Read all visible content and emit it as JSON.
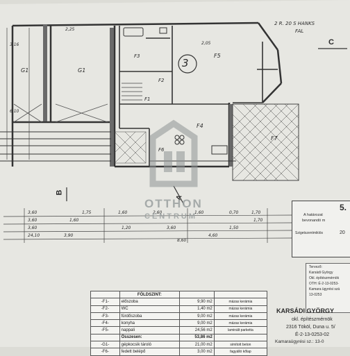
{
  "plan": {
    "room_number": "3",
    "note_top_right_1": "2 R. 20 S HANKS",
    "note_top_right_2": "FAL",
    "section_c": "C",
    "section_b": "B",
    "section_a": "A",
    "label_f1": "F1",
    "label_f2": "F2",
    "label_f3": "F3",
    "label_f4": "F4",
    "label_f5": "F5",
    "label_f6": "F6",
    "label_f7": "F7",
    "label_g1a": "G1",
    "label_g1b": "G1",
    "dim_left_top": "3,16",
    "dim_left_mid": "6,10",
    "dim_top_mid": "2,25",
    "dim_top_right": "2,05"
  },
  "dimensions": {
    "row1": [
      "3,60",
      "1,75",
      "1,60",
      "2,60",
      "1,60",
      "0,70",
      "1,70"
    ],
    "row2": [
      "3,60",
      "1,60",
      "1,20",
      "3,60",
      "1,50",
      "1,70"
    ],
    "row3": [
      "3,60",
      "3,90",
      "4,60"
    ],
    "row4": [
      "24,10",
      "8,60"
    ]
  },
  "legend": {
    "title": "FÖLDSZINT:",
    "rows": [
      {
        "code": "-F1-",
        "name": "előszoba",
        "area": "9,90 m2",
        "material": "mázas kerámia"
      },
      {
        "code": "-F2-",
        "name": "WC",
        "area": "1,40 m2",
        "material": "mázas kerámia"
      },
      {
        "code": "-F3-",
        "name": "fürdőszoba",
        "area": "9,00 m2",
        "material": "mázas kerámia"
      },
      {
        "code": "-F4-",
        "name": "konyha",
        "area": "9,00 m2",
        "material": "mázas kerámia"
      },
      {
        "code": "-F5-",
        "name": "nappali",
        "area": "24,56 m2",
        "material": "laminált parketta"
      },
      {
        "code": "",
        "name": "Összesen:",
        "area": "53,86 m2",
        "material": ""
      },
      {
        "code": "-G1-",
        "name": "gépkocsik tároló",
        "area": "21,00 m2",
        "material": "simított beton"
      },
      {
        "code": "-F6-",
        "name": "fedett belépő",
        "area": "3,00 m2",
        "material": "fagyálló kőlap"
      }
    ]
  },
  "stamp": {
    "scale": "5.",
    "line1": "A határozat",
    "line2": "bevonandó m",
    "line3": "Szigetszentmiklós",
    "line4": "20"
  },
  "titleblock": {
    "line1": "Tervező:",
    "line2": "Karsádi György",
    "line3": "Okl. építészmérnök",
    "line4": "OTH: É-2-13-0253-",
    "line5": "Kamara ügyrési szá",
    "line6": "13-0253"
  },
  "architect": {
    "name": "KARSÁDI GYÖRGY",
    "title": "okl. építészmérnök",
    "address": "2316 Tököl, Duna u. 5/",
    "reg": "É-2-13-0253-02",
    "chamber": "Kamaraügyrési sz.: 13-0"
  },
  "watermark": {
    "line1": "OTTHON",
    "line2": "CENTRUM"
  }
}
